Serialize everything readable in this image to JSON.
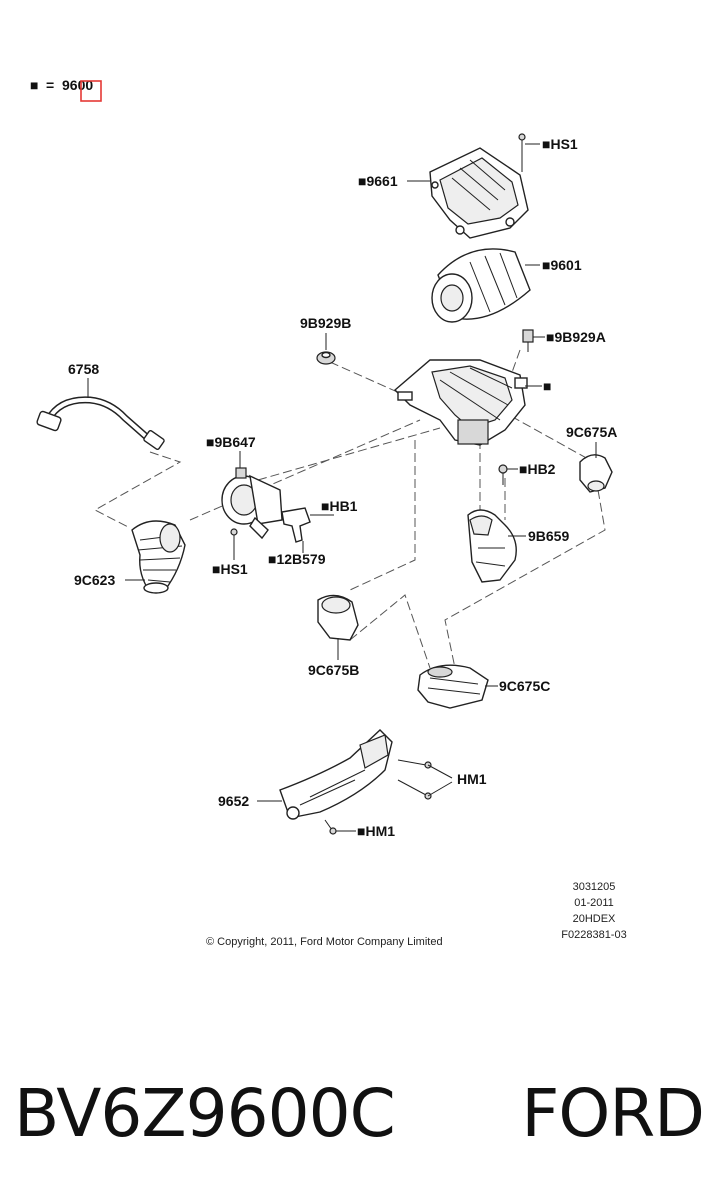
{
  "legend": {
    "symbol": "■",
    "equals": "=",
    "value": "9600"
  },
  "labels": {
    "hs1_top": "■HS1",
    "p9661": "■9661",
    "p9601": "■9601",
    "p9b929b": "9B929B",
    "p9b929a": "■9B929A",
    "p_box": "■",
    "p6758": "6758",
    "p9b647": "■9B647",
    "p9c675a": "9C675A",
    "hb2": "■HB2",
    "hb1": "■HB1",
    "p9b659": "9B659",
    "p12b579": "■12B579",
    "hs1_bottom": "■HS1",
    "p9c623": "9C623",
    "p9c675b": "9C675B",
    "p9c675c": "9C675C",
    "hm1_right": "HM1",
    "p9652": "9652",
    "hm1_bottom": "■HM1"
  },
  "doc_codes": [
    "3031205",
    "01-2011",
    "20HDEX",
    "F0228381-03"
  ],
  "copyright": "© Copyright, 2011, Ford Motor Company Limited",
  "caption": {
    "part_number": "BV6Z9600C",
    "brand": "FORD"
  },
  "colors": {
    "highlight": "#e53935",
    "ink": "#111111",
    "background": "#ffffff"
  }
}
